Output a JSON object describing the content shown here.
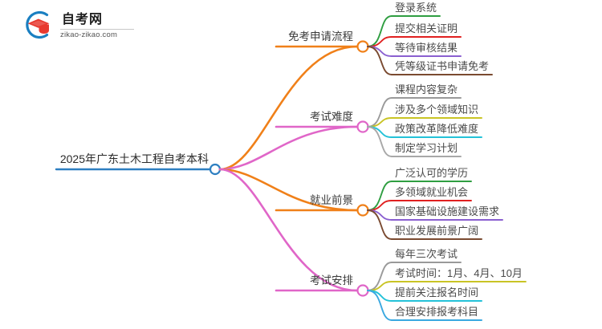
{
  "logo": {
    "name": "自考网",
    "domain": "zikao-zikao.com",
    "mark_outer_color": "#1a7fc1",
    "mark_cap_color": "#e8392f"
  },
  "mindmap": {
    "root": {
      "label": "2025年广东土木工程自考本科",
      "node_color": "#2d7fc1"
    },
    "branches": [
      {
        "label": "免考申请流程",
        "color": "#f08019",
        "node_color": "#f08019",
        "children": [
          {
            "label": "登录系统",
            "color": "#2f9e41"
          },
          {
            "label": "提交相关证明",
            "color": "#e02020"
          },
          {
            "label": "等待审核结果",
            "color": "#8a5fd0"
          },
          {
            "label": "凭等级证书申请免考",
            "color": "#7a4a30"
          }
        ]
      },
      {
        "label": "考试难度",
        "color": "#e066c8",
        "node_color": "#e066c8",
        "children": [
          {
            "label": "课程内容复杂",
            "color": "#9a9a9a"
          },
          {
            "label": "涉及多个领域知识",
            "color": "#c9c425"
          },
          {
            "label": "政策改革降低难度",
            "color": "#24c2d8"
          },
          {
            "label": "制定学习计划",
            "color": "#a8a8a8"
          }
        ]
      },
      {
        "label": "就业前景",
        "color": "#f08019",
        "node_color": "#f08019",
        "children": [
          {
            "label": "广泛认可的学历",
            "color": "#2f9e41"
          },
          {
            "label": "多领域就业机会",
            "color": "#e02020"
          },
          {
            "label": "国家基础设施建设需求",
            "color": "#8a5fd0"
          },
          {
            "label": "职业发展前景广阔",
            "color": "#7a4a30"
          }
        ]
      },
      {
        "label": "考试安排",
        "color": "#e066c8",
        "node_color": "#e066c8",
        "children": [
          {
            "label": "每年三次考试",
            "color": "#9a9a9a"
          },
          {
            "label": "考试时间：1月、4月、10月",
            "color": "#c9c425"
          },
          {
            "label": "提前关注报名时间",
            "color": "#24c2d8"
          },
          {
            "label": "合理安排报考科目",
            "color": "#3aa8e0"
          }
        ]
      }
    ]
  }
}
